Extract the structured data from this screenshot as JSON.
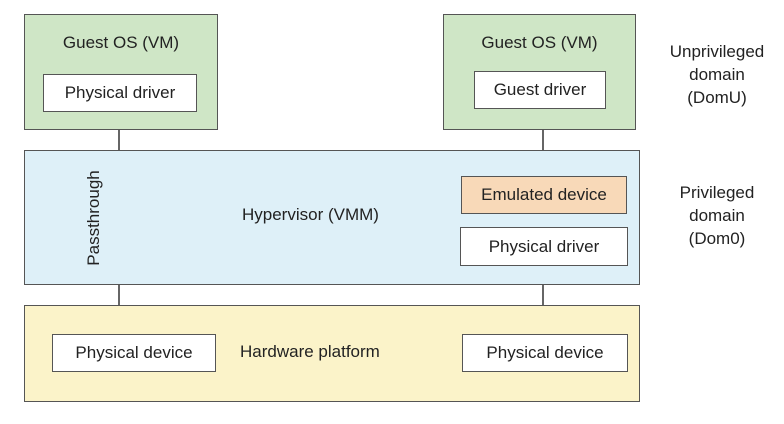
{
  "layers": {
    "guest_left": {
      "title": "Guest OS (VM)",
      "driver": "Physical driver"
    },
    "guest_right": {
      "title": "Guest OS (VM)",
      "driver": "Guest driver"
    },
    "hypervisor": {
      "title": "Hypervisor (VMM)",
      "emulated_device": "Emulated device",
      "physical_driver": "Physical driver",
      "passthrough": "Passthrough"
    },
    "hardware": {
      "title": "Hardware platform",
      "device_left": "Physical device",
      "device_right": "Physical device"
    }
  },
  "domains": {
    "unprivileged": [
      "Unprivileged",
      "domain",
      "(DomU)"
    ],
    "privileged": [
      "Privileged",
      "domain",
      "(Dom0)"
    ]
  },
  "colors": {
    "guest": "#cfe6c6",
    "hypervisor": "#def0f8",
    "hardware": "#fbf3c9",
    "emulated": "#f8d9b8"
  }
}
